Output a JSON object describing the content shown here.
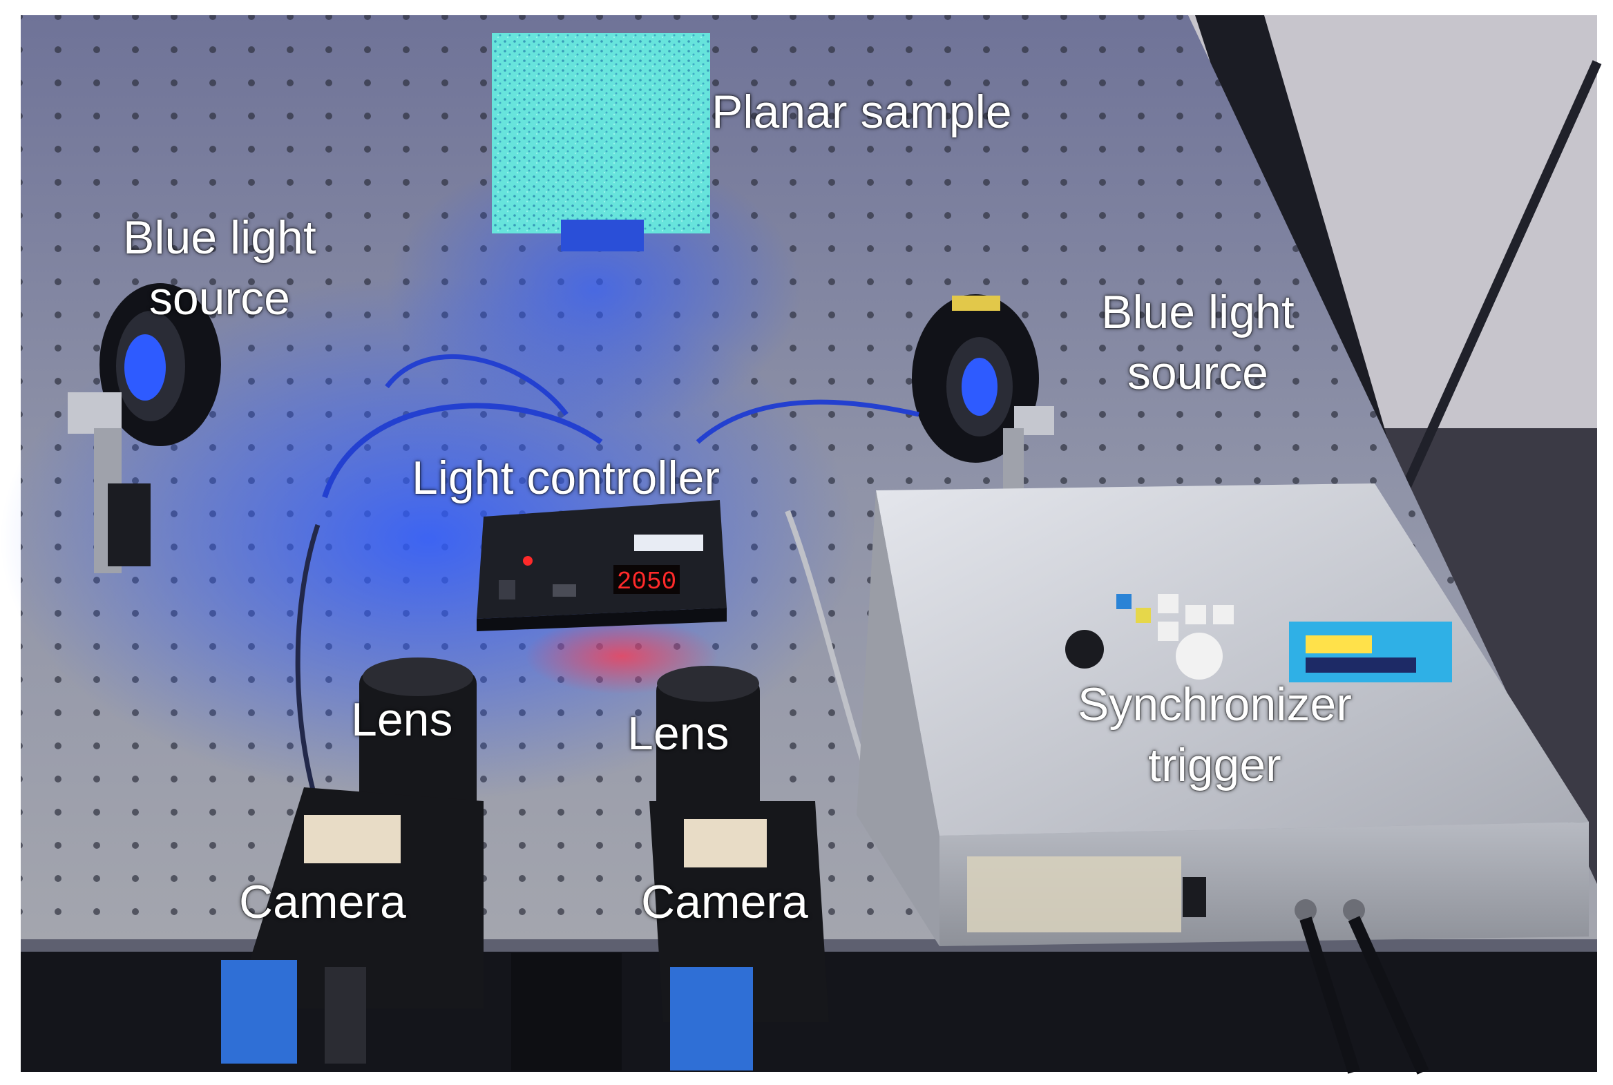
{
  "labels": {
    "planar_sample": "Planar sample",
    "blue_light_source_left": {
      "line1": "Blue light",
      "line2": "source"
    },
    "blue_light_source_right": {
      "line1": "Blue light",
      "line2": "source"
    },
    "light_controller": "Light controller",
    "synchronizer_trigger": {
      "line1": "Synchronizer",
      "line2": "trigger"
    },
    "lens_left": "Lens",
    "lens_right": "Lens",
    "camera_left": "Camera",
    "camera_right": "Camera"
  },
  "device_readouts": {
    "controller_display": "2050"
  },
  "colors": {
    "table_top": "#8f93a8",
    "table_shadow": "#4a4e66",
    "blue_light": "#2e5bff",
    "speckle_panel": "#5fe0d8",
    "controller_body": "#1d1f26",
    "led_red": "#ff2a2a",
    "synchronizer_body": "#c9ccd3",
    "camera_body": "#16171b",
    "connector_blue": "#2f6fd6",
    "label_text": "#ffffff"
  }
}
